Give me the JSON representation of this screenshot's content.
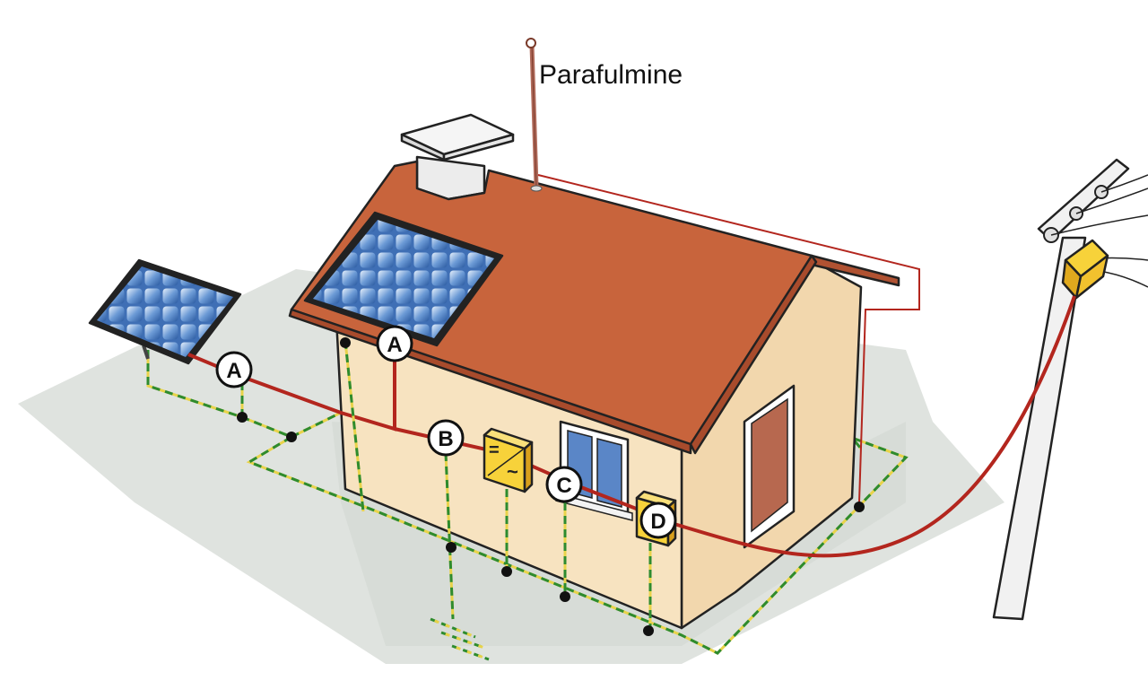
{
  "labels": {
    "lightning_rod": "Parafulmine",
    "panel_left": "A",
    "panel_roof": "A",
    "point_b": "B",
    "point_c": "C",
    "point_d": "D"
  },
  "inverter_symbols": {
    "dc": "=",
    "ac": "~"
  },
  "colors": {
    "ground_shadow": "#dfe3df",
    "roof": "#c8643c",
    "wall_front": "#f7e3c0",
    "wall_side": "#f2d7ad",
    "power_wire": "#b3261e",
    "ground_wire_green": "#2e8b2e",
    "ground_wire_yellow": "#e8d34a",
    "box_yellow": "#f2c12e",
    "panel_blue": "#3f6fb5"
  }
}
